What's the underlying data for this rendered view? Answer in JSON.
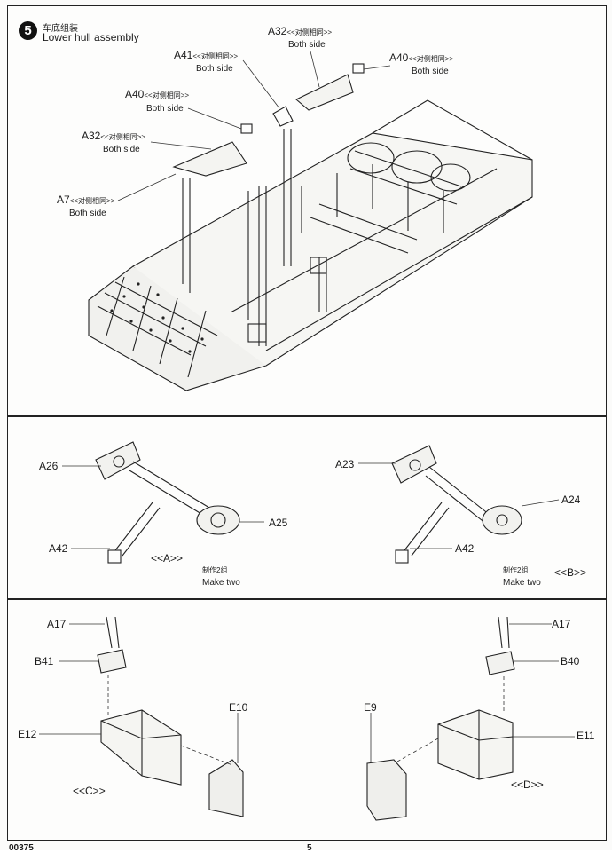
{
  "step": {
    "number": "5",
    "title_cn": "车底组装",
    "title_en": "Lower hull assembly"
  },
  "callouts_top": [
    {
      "part": "A32",
      "note": "<<对侧相同>>",
      "sub": "Both side"
    },
    {
      "part": "A41",
      "note": "<<对侧相同>>",
      "sub": "Both side"
    },
    {
      "part": "A40",
      "note": "<<对侧相同>>",
      "sub": "Both side"
    },
    {
      "part": "A40",
      "note": "<<对侧相同>>",
      "sub": "Both side"
    },
    {
      "part": "A32",
      "note": "<<对侧相同>>",
      "sub": "Both side"
    },
    {
      "part": "A7",
      "note": "<<对侧相同>>",
      "sub": "Both side"
    }
  ],
  "suspension_a": {
    "parts": [
      "A26",
      "A25",
      "A42"
    ],
    "tag": "<<A>>",
    "make_cn": "制作2组",
    "make_en": "Make two"
  },
  "suspension_b": {
    "parts": [
      "A23",
      "A24",
      "A42"
    ],
    "tag": "<<B>>",
    "make_cn": "制作2组",
    "make_en": "Make two"
  },
  "assembly_c": {
    "parts": [
      "A17",
      "B41",
      "E10",
      "E12"
    ],
    "tag": "<<C>>"
  },
  "assembly_d": {
    "parts": [
      "A17",
      "B40",
      "E9",
      "E11"
    ],
    "tag": "<<D>>"
  },
  "footer": {
    "left": "00375",
    "center": "5"
  }
}
